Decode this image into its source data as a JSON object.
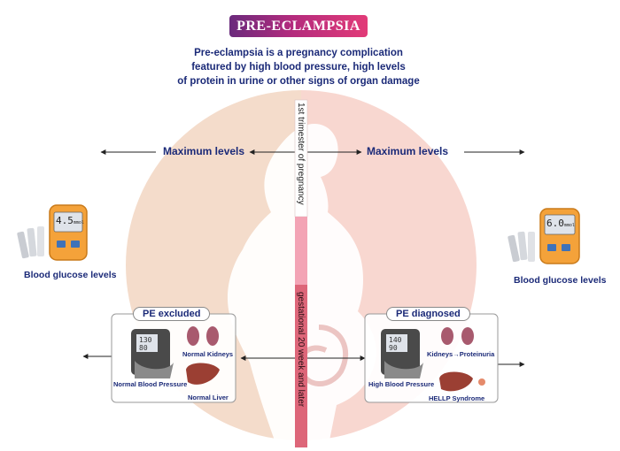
{
  "title": "PRE-ECLAMPSIA",
  "subtitle": [
    "Pre-eclampsia is a pregnancy complication",
    "featured by high blood pressure, high levels",
    "of protein in urine or other signs of organ damage"
  ],
  "left_max_label": "Maximum levels",
  "right_max_label": "Maximum levels",
  "left_glucose": {
    "reading": "4.5",
    "unit": "mmol",
    "label": "Blood glucose levels"
  },
  "right_glucose": {
    "reading": "6.0",
    "unit": "mmol",
    "label": "Blood glucose levels"
  },
  "timeline": {
    "upper": "1st trimester of pregnancy",
    "upper_sup": "st",
    "lower": "gestational 20 week and later"
  },
  "pe_excluded": {
    "title": "PE excluded",
    "bp_top": "130",
    "bp_bottom": "80",
    "kidneys": "Normal Kidneys",
    "bp": "Normal Blood Pressure",
    "liver": "Normal Liver"
  },
  "pe_diagnosed": {
    "title": "PE diagnosed",
    "bp_top": "140",
    "bp_bottom": "90",
    "kidneys_a": "Kidneys",
    "kidneys_b": "Proteinuria",
    "bp": "High Blood Pressure",
    "liver": "HELLP Syndrome"
  },
  "colors": {
    "left_half": "#f4dccb",
    "right_half": "#f8d7d0",
    "bar_upper": "#ffffff",
    "bar_mid": "#f3a4b5",
    "bar_lower": "#dd6679",
    "text": "#1b2a78"
  }
}
